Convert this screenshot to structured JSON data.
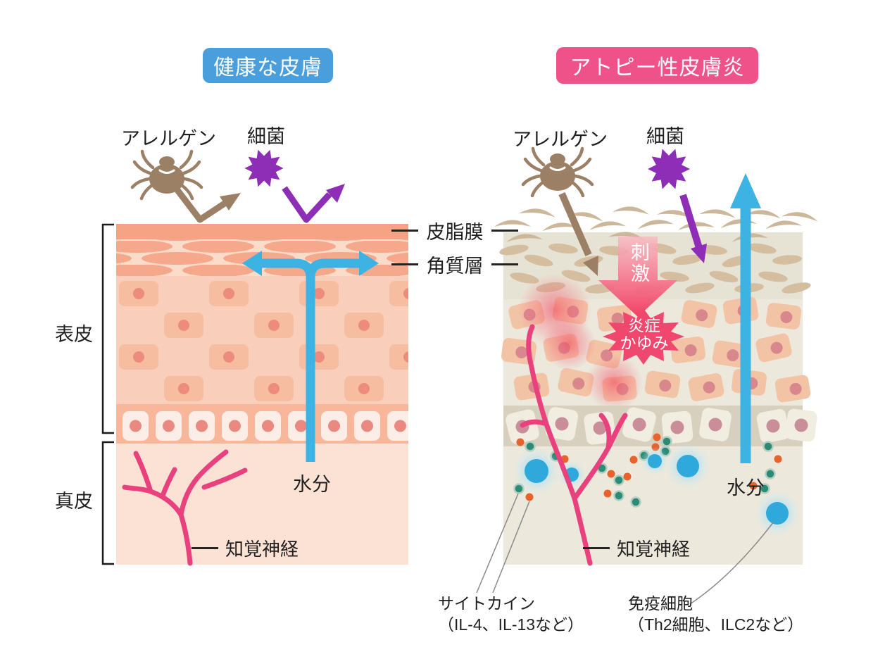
{
  "badges": {
    "healthy": "健康な皮膚",
    "atopic": "アトピー性皮膚炎"
  },
  "labels": {
    "allergen": "アレルゲン",
    "bacteria": "細菌",
    "sebum_film": "皮脂膜",
    "stratum_corneum": "角質層",
    "epidermis": "表皮",
    "dermis": "真皮",
    "moisture": "水分",
    "sensory_nerve": "知覚神経",
    "stimulus": "刺激",
    "inflammation": "炎症",
    "itch": "かゆみ",
    "cytokine": "サイトカイン",
    "cytokine_examples": "（IL-4、IL-13など）",
    "immune_cells": "免疫細胞",
    "immune_examples": "（Th2細胞、ILC2など）"
  },
  "colors": {
    "badge_blue": "#4A9EDB",
    "badge_pink": "#EF5189",
    "water_arrow_blue": "#3CB3E3",
    "allergen_brown": "#9B8066",
    "bacteria_purple": "#8E2DB5",
    "nerve_pink": "#E8417D",
    "stimulus_arrow_pink": "#F23F63",
    "inflammation_burst": "#F0476F",
    "healthy_sebum": "#F6A285",
    "healthy_dermis": "#FCE2D4",
    "atopic_background": "#ECE8DC",
    "cytokine_orange": "#E8632C",
    "cytokine_teal": "#2B8B74",
    "immune_cell_blue": "#2FA9DC"
  }
}
